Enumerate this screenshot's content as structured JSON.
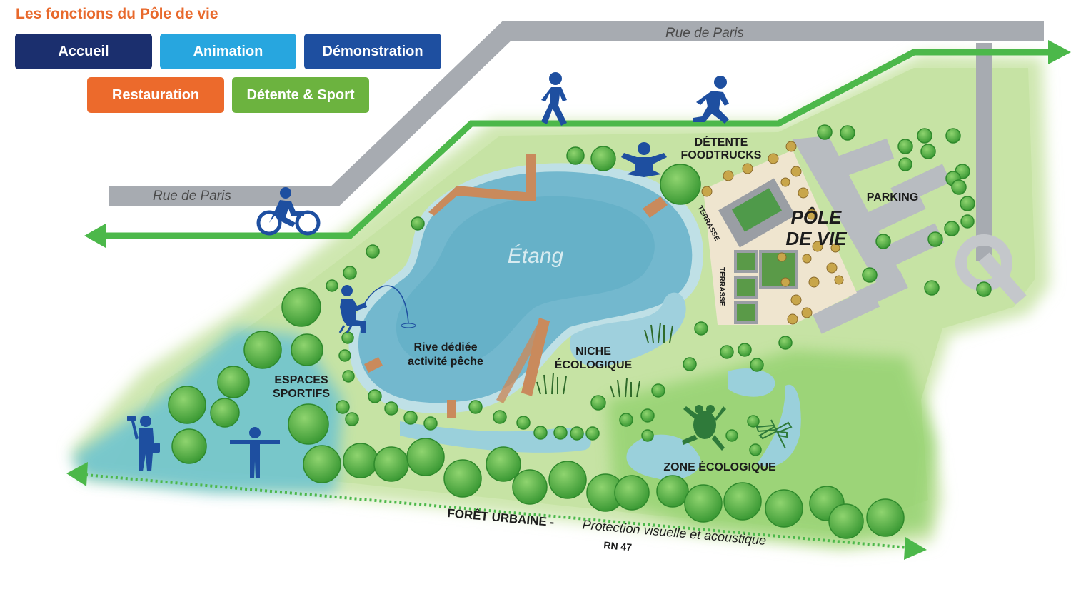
{
  "legend": {
    "title": "Les fonctions du Pôle de vie",
    "items": [
      {
        "label": "Accueil",
        "color": "#1b2f6e"
      },
      {
        "label": "Animation",
        "color": "#27a6df"
      },
      {
        "label": "Démonstration",
        "color": "#1e4fa0"
      },
      {
        "label": "Restauration",
        "color": "#ec6a2c"
      },
      {
        "label": "Détente & Sport",
        "color": "#6cb33f"
      }
    ]
  },
  "streets": {
    "top": "Rue de Paris",
    "left": "Rue de Paris"
  },
  "map_labels": {
    "pond": "Étang",
    "fishing_line1": "Rive dédiée",
    "fishing_line2": "activité pêche",
    "niche_line1": "NICHE",
    "niche_line2": "ÉCOLOGIQUE",
    "sports_line1": "ESPACES",
    "sports_line2": "SPORTIFS",
    "relax_line1": "DÉTENTE",
    "relax_line2": "FOODTRUCKS",
    "hub_line1": "PÔLE",
    "hub_line2": "DE VIE",
    "parking": "PARKING",
    "terrace1": "TERRASSE",
    "terrace2": "TERRASSE",
    "eco_zone": "ZONE ÉCOLOGIQUE",
    "forest_bold": "FORÊT URBAINE -",
    "forest_italic": "Protection visuelle et acoustique",
    "road": "RN 47"
  },
  "colors": {
    "path_green": "#4cb84a",
    "road_grey": "#a7abb1",
    "grass": "#cfe7b0",
    "water": "#7fbfd3",
    "tree": "#57b548",
    "icon_blue": "#1e4fa0",
    "wood": "#c98a5c"
  },
  "icons": [
    "walking-person-icon",
    "running-person-icon",
    "meditation-icon",
    "cyclist-icon",
    "fisherman-icon",
    "weightlifter-icon",
    "stretching-person-icon",
    "frog-icon",
    "dragonfly-icon",
    "reeds-icon"
  ]
}
